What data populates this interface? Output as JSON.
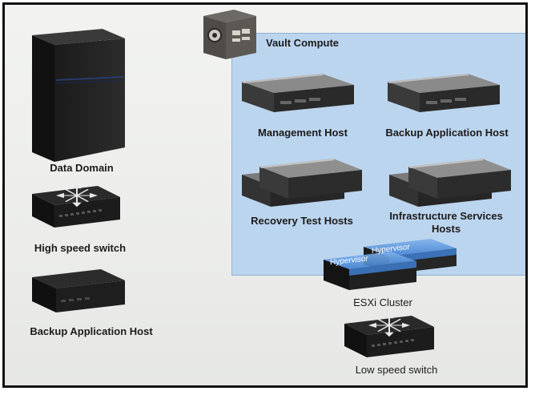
{
  "diagram": {
    "nodes": {
      "data_domain": {
        "label": "Data Domain",
        "icon": "storage-tower-icon"
      },
      "high_speed_switch": {
        "label": "High speed switch",
        "icon": "network-switch-icon"
      },
      "backup_app_host_left": {
        "label": "Backup Application Host",
        "icon": "appliance-icon"
      },
      "vault_compute": {
        "label": "Vault Compute",
        "icon": "safe-vault-icon"
      },
      "management_host": {
        "label": "Management Host",
        "icon": "rack-server-icon"
      },
      "backup_app_host_vault": {
        "label": "Backup Application Host",
        "icon": "rack-server-icon"
      },
      "recovery_test_hosts": {
        "label": "Recovery Test Hosts",
        "icon": "rack-server-group-icon"
      },
      "infrastructure_services_hosts": {
        "label_line1": "Infrastructure Services",
        "label_line2": "Hosts",
        "icon": "rack-server-group-icon"
      },
      "esxi_cluster": {
        "label": "ESXi Cluster",
        "hypervisor_label": "Hypervisor",
        "icon": "hypervisor-stack-icon"
      },
      "low_speed_switch": {
        "label": "Low speed switch",
        "icon": "network-switch-icon"
      }
    },
    "colors": {
      "vault_background": "#bcd5ee",
      "hypervisor_blue": "#3f7fd0",
      "device_dark": "#1e1e1e"
    }
  }
}
